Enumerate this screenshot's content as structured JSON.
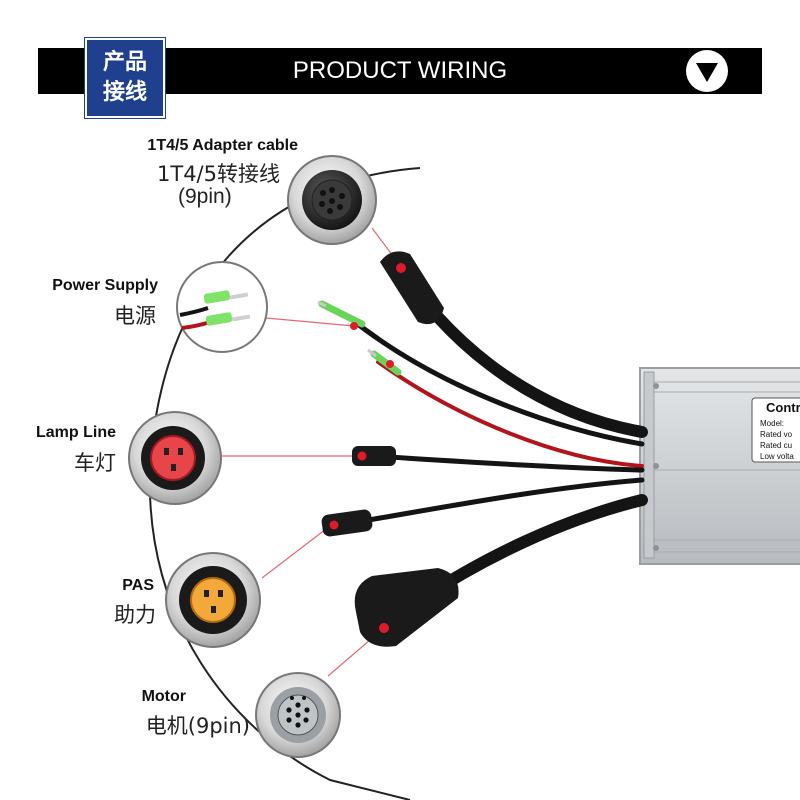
{
  "header": {
    "badge_line1": "产品",
    "badge_line2": "接线",
    "title": "PRODUCT WIRING",
    "arrow_icon": "triangle-down-icon"
  },
  "connectors": [
    {
      "en": "1T4/5 Adapter cable",
      "cn": "1T4/5转接线",
      "extra": "(9pin)"
    },
    {
      "en": "Power Supply",
      "cn": "电源"
    },
    {
      "en": "Lamp Line",
      "cn": "车灯"
    },
    {
      "en": "PAS",
      "cn": "助力"
    },
    {
      "en": "Motor",
      "cn": "电机(9pin)"
    }
  ],
  "controller_label": {
    "title": "Contr",
    "line1": "Model:",
    "line2": "Rated vo",
    "line3": "Rated cu",
    "line4": "Low volta"
  },
  "colors": {
    "header_bar": "#000000",
    "badge_blue": "#1f3f8f",
    "marker_red": "#e01a2a",
    "wire_red": "#b3141c",
    "cable_black": "#141414"
  }
}
